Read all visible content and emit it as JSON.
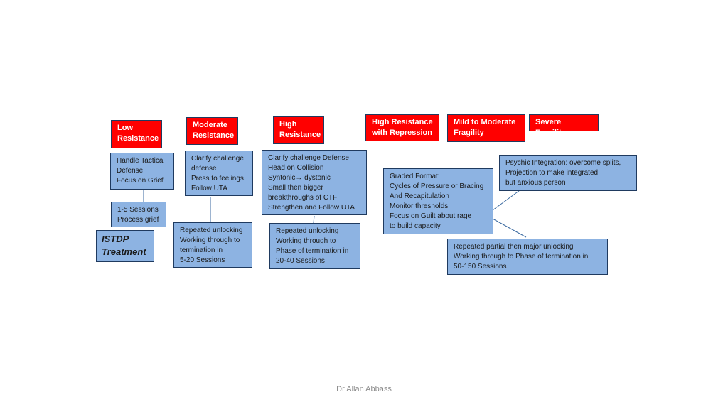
{
  "headers": {
    "low": "Low\nResistance",
    "moderate": "Moderate\nResistance",
    "high": "High\nResistance",
    "high_repression": "High Resistance\n with Repression",
    "mild_fragility": "Mild to Moderate\nFragility",
    "severe_fragility": "Severe Fragility"
  },
  "boxes": {
    "low_technique": "Handle Tactical\n Defense\nFocus on Grief",
    "low_outcome": "1-5 Sessions\nProcess grief",
    "moderate_technique": "Clarify challenge\ndefense\nPress to feelings.\nFollow UTA",
    "moderate_outcome": "Repeated unlocking\nWorking through to\n termination in\n5-20 Sessions",
    "high_technique": "Clarify challenge Defense\nHead on Collision\nSyntonic→ dystonic\nSmall then bigger\n    breakthroughs of CTF\nStrengthen and Follow UTA",
    "high_outcome": "Repeated unlocking\nWorking through to\nPhase of termination in\n20-40 Sessions",
    "graded_format": "Graded Format:\nCycles of Pressure or Bracing\nAnd Recapitulation\nMonitor thresholds\nFocus on Guilt about rage\n     to build capacity",
    "psychic_integration": "Psychic Integration: overcome splits,\nProjection to make integrated\nbut anxious person",
    "fragility_outcome": "Repeated partial then major unlocking\nWorking through to Phase of termination in\n50-150 Sessions"
  },
  "istdp": "ISTDP\nTreatment",
  "footer": "Dr Allan Abbass",
  "colors": {
    "header_red": "#ff0000",
    "box_blue": "#8db3e2",
    "border": "#1f3a5f",
    "connector": "#3b6aa0"
  }
}
